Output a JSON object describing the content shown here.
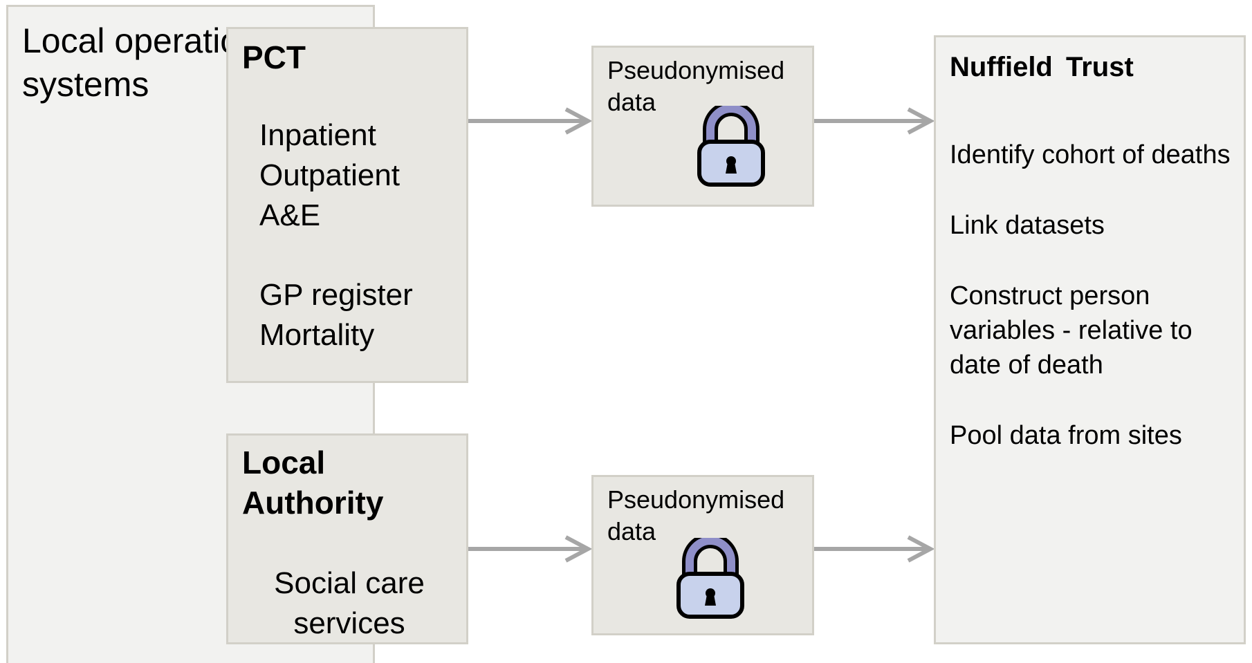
{
  "local_systems": {
    "title": "Local operational systems"
  },
  "pct": {
    "title": "PCT",
    "items": [
      "Inpatient",
      "Outpatient",
      "A&E",
      "GP register",
      "Mortality"
    ]
  },
  "local_authority": {
    "title": "Local Authority",
    "items": [
      "Social care services"
    ]
  },
  "pseudonymised": [
    {
      "label": "Pseudonymised data"
    },
    {
      "label": "Pseudonymised data"
    }
  ],
  "nuffield": {
    "title": "Nuffield Trust",
    "steps": [
      "Identify cohort of deaths",
      "Link datasets",
      "Construct person variables - relative to date of death",
      "Pool data from sites"
    ]
  },
  "colors": {
    "box_border": "#d2d0c8",
    "inner_fill": "#e8e7e2",
    "outer_fill": "#f2f2f0",
    "arrow": "#a6a6a6",
    "lock_body": "#c8d2ec",
    "lock_shackle": "#8f8fc8"
  },
  "icons": {
    "padlock": "lock-icon",
    "arrow": "arrow-right-icon"
  }
}
